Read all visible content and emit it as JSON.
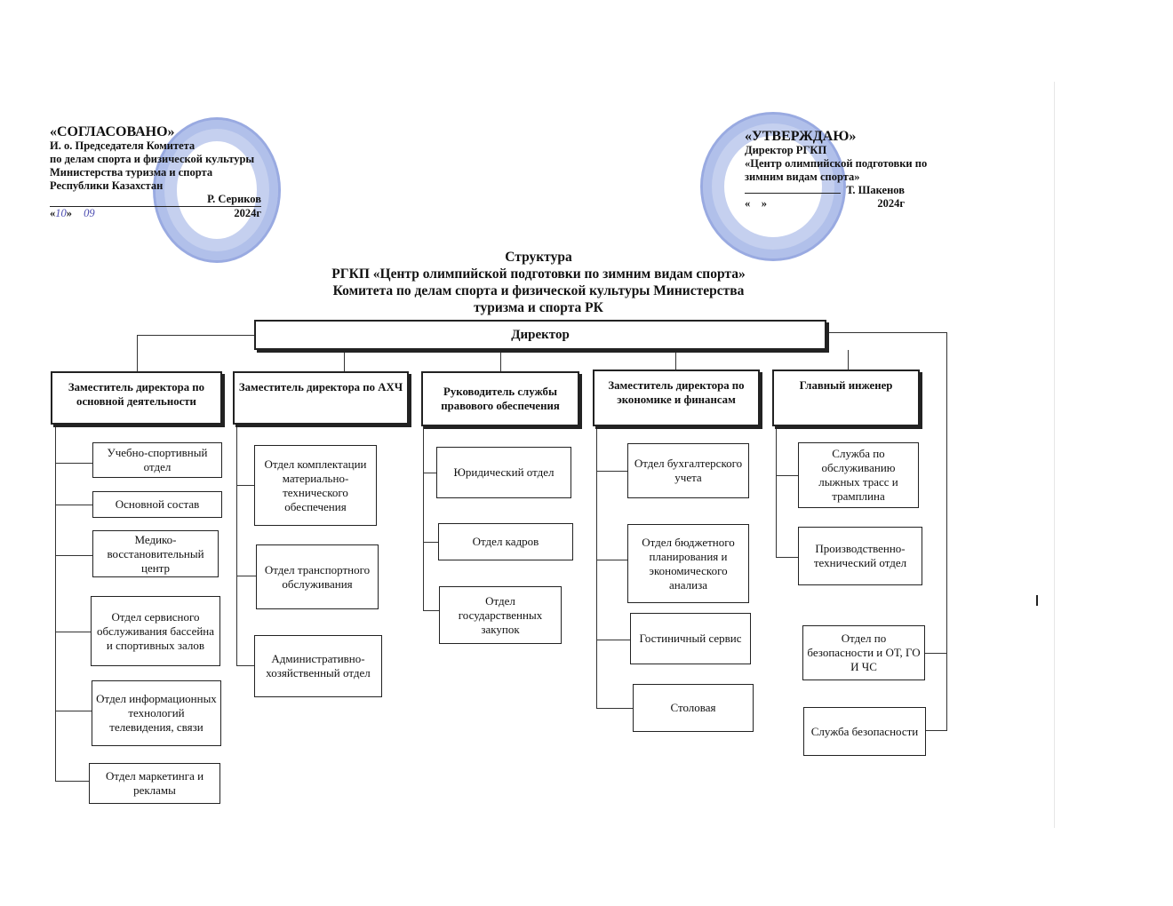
{
  "approval_left": {
    "heading": "«СОГЛАСОВАНО»",
    "lines": [
      "И. о. Председателя Комитета",
      "по делам спорта и физической культуры",
      "Министерства туризма и спорта",
      "Республики Казахстан"
    ],
    "signatory": "Р. Сериков",
    "date_open": "«",
    "date_day": "10",
    "date_close": "»",
    "date_month": "09",
    "date_year": "2024г"
  },
  "approval_right": {
    "heading": "«УТВЕРЖДАЮ»",
    "lines": [
      "Директор РГКП",
      "«Центр олимпийской подготовки по",
      "зимним видам спорта»"
    ],
    "signatory": "Т. Шакенов",
    "date_blank": "«    »",
    "date_year": "2024г"
  },
  "title": [
    "Структура",
    "РГКП «Центр олимпийской подготовки по зимним видам спорта»",
    "Комитета по делам спорта и физической культуры Министерства",
    "туризма и спорта РК"
  ],
  "director": "Директор",
  "branches": [
    {
      "head": "Заместитель директора по основной деятельности",
      "units": [
        "Учебно-спортивный отдел",
        "Основной состав",
        "Медико-восстановительный центр",
        "Отдел сервисного обслуживания бассейна и спортивных залов",
        "Отдел информационных технологий телевидения, связи",
        "Отдел маркетинга и рекламы"
      ]
    },
    {
      "head": "Заместитель директора по АХЧ",
      "units": [
        "Отдел комплектации материально-технического обеспечения",
        "Отдел транспортного обслуживания",
        "Административно-хозяйственный отдел"
      ]
    },
    {
      "head": "Руководитель службы правового обеспечения",
      "units": [
        "Юридический отдел",
        "Отдел кадров",
        "Отдел государственных закупок"
      ]
    },
    {
      "head": "Заместитель директора по экономике и финансам",
      "units": [
        "Отдел бухгалтерского учета",
        "Отдел бюджетного планирования и экономического анализа",
        "Гостиничный сервис",
        "Столовая"
      ]
    },
    {
      "head": "Главный инженер",
      "units": [
        "Служба по обслуживанию лыжных трасс и трамплина",
        "Производственно-технический отдел"
      ]
    }
  ],
  "director_direct_units": [
    "Отдел по безопасности и ОТ, ГО И ЧС",
    "Служба безопасности"
  ]
}
